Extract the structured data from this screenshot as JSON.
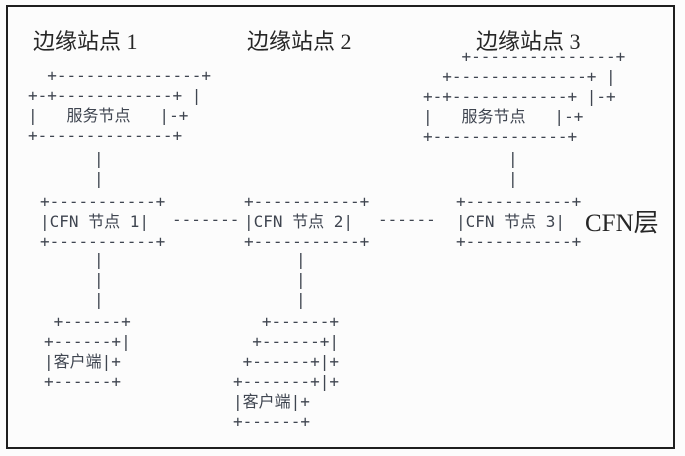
{
  "colors": {
    "background": "#fcfcfc",
    "frame_border": "#1f1f1f",
    "ascii_ink": "#3f4550",
    "label_ink": "#262626"
  },
  "site_labels": [
    {
      "label": "边缘站点 1"
    },
    {
      "label": "边缘站点 2"
    },
    {
      "label": "边缘站点 3"
    }
  ],
  "cfn_layer_label": "CFN层",
  "nodes": {
    "service_stack_site1": {
      "node_label": "服务节点",
      "lines": [
        "  +---------------+",
        "+-+------------+ |",
        "|   服务节点   |-+",
        "+--------------+"
      ]
    },
    "service_stack_site3": {
      "node_label": "服务节点",
      "lines": [
        "    +---------------+",
        "  +--------------+ |",
        "+-+------------+ |-+",
        "|   服务节点   |-+",
        "+--------------+"
      ]
    },
    "cfn_node_1": {
      "node_label": "CFN 节点 1",
      "lines": [
        "+-----------+",
        "|CFN 节点 1|",
        "+-----------+"
      ]
    },
    "cfn_node_2": {
      "node_label": "CFN 节点 2",
      "lines": [
        "+-----------+",
        "|CFN 节点 2|",
        "+-----------+"
      ]
    },
    "cfn_node_3": {
      "node_label": "CFN 节点 3",
      "lines": [
        "+-----------+",
        "|CFN 节点 3|",
        "+-----------+"
      ]
    },
    "client_stack_site1": {
      "node_label": "客户端",
      "lines": [
        " +------+",
        "+------+|",
        "|客户端|+",
        "+------+"
      ]
    },
    "client_stack_site2": {
      "node_label": "客户端",
      "lines": [
        "   +------+",
        "  +------+|",
        " +------+|+",
        "+-------+|+",
        "|客户端|+",
        "+------+"
      ]
    }
  },
  "links": {
    "service1_to_cfn1": {
      "lines": [
        "|",
        "|"
      ]
    },
    "service3_to_cfn3": {
      "lines": [
        "|",
        "|"
      ]
    },
    "cfn1_to_cfn2": {
      "lines": [
        "-------"
      ]
    },
    "cfn2_to_cfn3": {
      "lines": [
        "------"
      ]
    },
    "cfn1_to_client1": {
      "lines": [
        "|",
        "|",
        "|"
      ]
    },
    "cfn2_to_client2": {
      "lines": [
        "|",
        "|",
        "|"
      ]
    }
  }
}
